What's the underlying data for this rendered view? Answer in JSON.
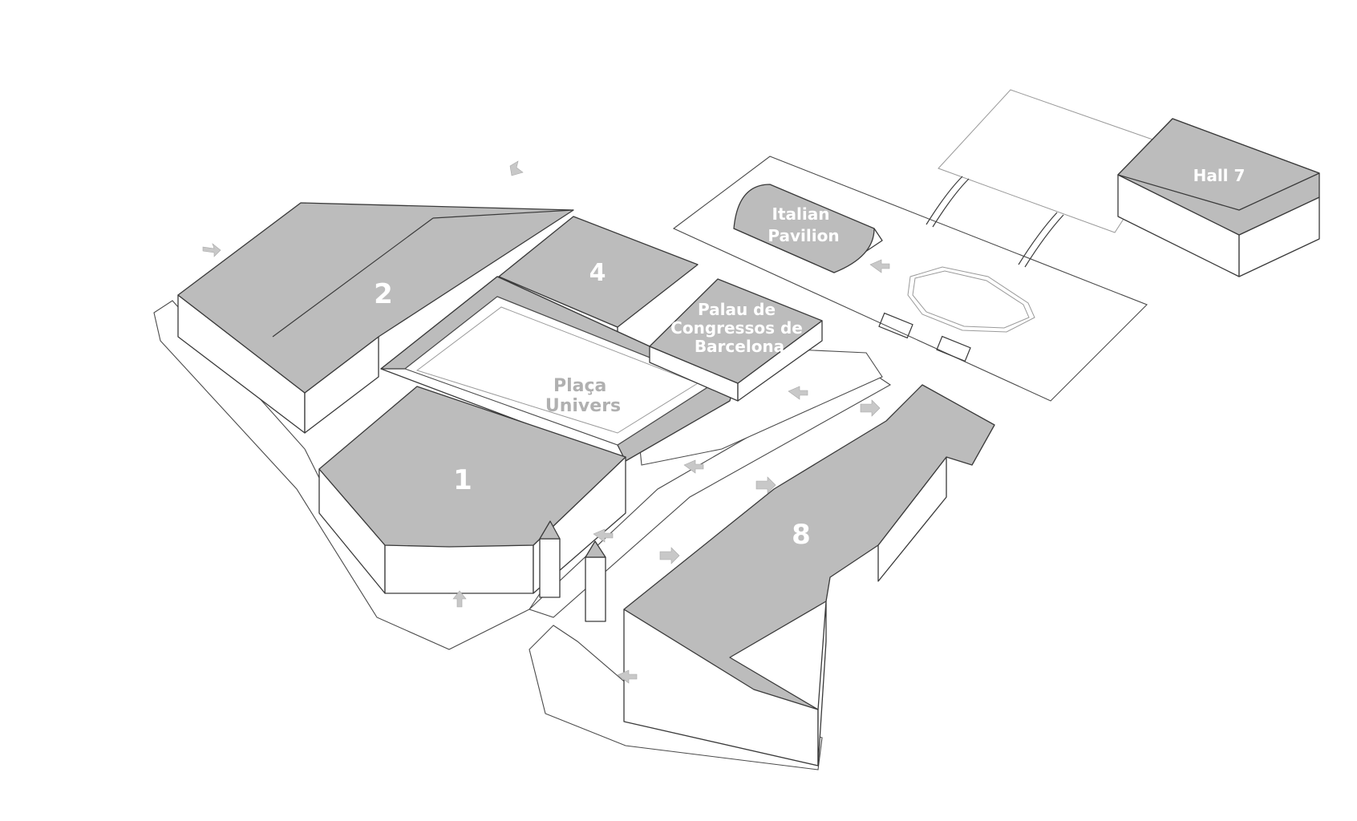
{
  "colors": {
    "roof": "#bcbcbc",
    "wall": "#ffffff",
    "outline": "#3a3a3a",
    "arrow": "#c8c8c8",
    "label": "#ffffff",
    "plaza_label": "#b0b0b0"
  },
  "buildings": {
    "hall_1": "1",
    "hall_2": "2",
    "hall_4": "4",
    "hall_7": "Hall 7",
    "hall_8": "8",
    "italian_pavilion": [
      "Italian",
      "Pavilion"
    ],
    "palau": [
      "Palau de",
      "Congressos de",
      "Barcelona"
    ]
  },
  "plaza": [
    "Plaça",
    "Univers"
  ],
  "icons": [
    "entrance-arrow-icon"
  ]
}
